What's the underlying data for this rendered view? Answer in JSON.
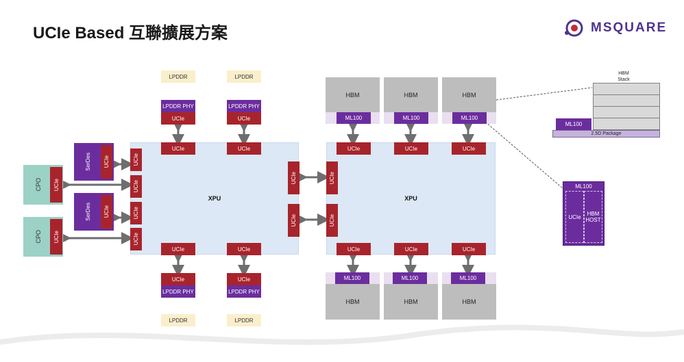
{
  "header": {
    "title": "UCIe Based 互聯擴展方案",
    "logo_text": "MSQUARE"
  },
  "labels": {
    "lpddr": "LPDDR",
    "lpddr_phy": "LPDDR PHY",
    "ucie": "UCIe",
    "xpu": "XPU",
    "serdes": "SerDes",
    "cpo": "CPO",
    "hbm": "HBM",
    "ml100": "ML100",
    "hbm_stack": "HBM\nStack",
    "package": "2.5D Package",
    "hbm_host": "HBM\nHOST"
  },
  "colors": {
    "ucie": "#a8242c",
    "purple": "#6b2d9e",
    "lpddr": "#fbeecb",
    "xpu": "#dce8f5",
    "cpo": "#9cd1c6",
    "hbm": "#bdbdbd"
  }
}
